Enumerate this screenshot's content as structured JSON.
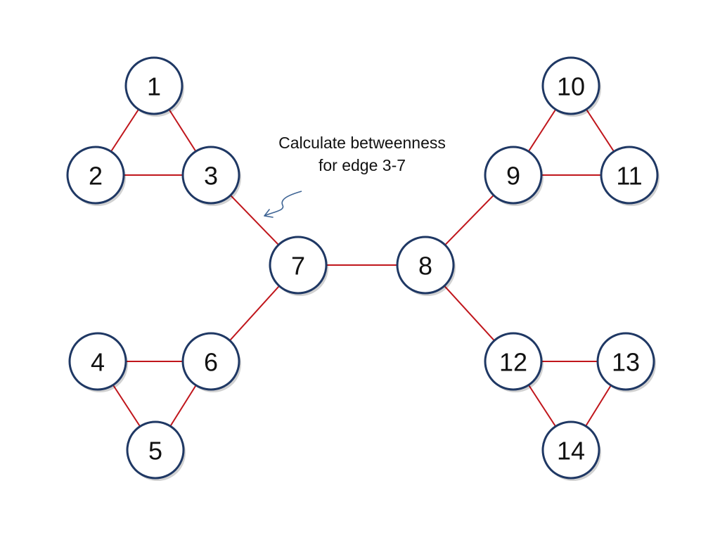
{
  "graph": {
    "nodes": [
      {
        "id": "1",
        "label": "1"
      },
      {
        "id": "2",
        "label": "2"
      },
      {
        "id": "3",
        "label": "3"
      },
      {
        "id": "4",
        "label": "4"
      },
      {
        "id": "5",
        "label": "5"
      },
      {
        "id": "6",
        "label": "6"
      },
      {
        "id": "7",
        "label": "7"
      },
      {
        "id": "8",
        "label": "8"
      },
      {
        "id": "9",
        "label": "9"
      },
      {
        "id": "10",
        "label": "10"
      },
      {
        "id": "11",
        "label": "11"
      },
      {
        "id": "12",
        "label": "12"
      },
      {
        "id": "13",
        "label": "13"
      },
      {
        "id": "14",
        "label": "14"
      }
    ],
    "edges": [
      [
        "1",
        "2"
      ],
      [
        "1",
        "3"
      ],
      [
        "2",
        "3"
      ],
      [
        "3",
        "7"
      ],
      [
        "4",
        "6"
      ],
      [
        "4",
        "5"
      ],
      [
        "5",
        "6"
      ],
      [
        "6",
        "7"
      ],
      [
        "7",
        "8"
      ],
      [
        "8",
        "9"
      ],
      [
        "9",
        "10"
      ],
      [
        "9",
        "11"
      ],
      [
        "10",
        "11"
      ],
      [
        "8",
        "12"
      ],
      [
        "12",
        "13"
      ],
      [
        "12",
        "14"
      ],
      [
        "13",
        "14"
      ]
    ],
    "colors": {
      "edge": "#c0161c",
      "node_border": "#1f3864",
      "node_fill": "#ffffff",
      "arrow": "#3e6494"
    }
  },
  "annotation": {
    "line1": "Calculate betweenness",
    "line2": "for edge 3-7",
    "pointer_icon": "squiggle-arrow-icon"
  }
}
